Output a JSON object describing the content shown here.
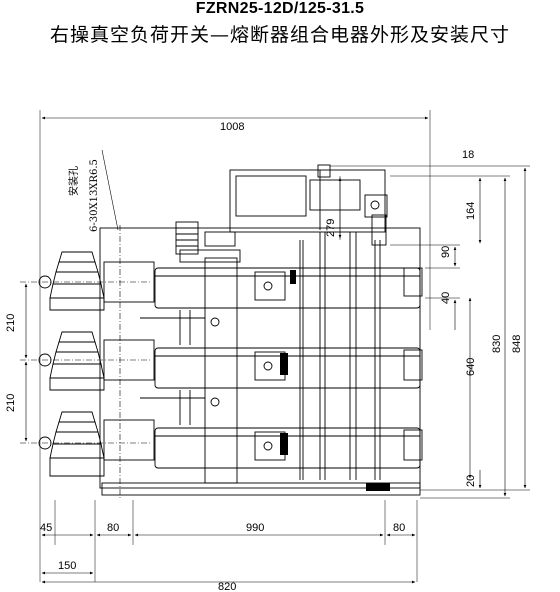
{
  "title": "FZRN25-12D/125-31.5",
  "subtitle": "右操真空负荷开关—熔断器组合电器外形及安装尺寸",
  "labels": {
    "mount_hole": "安装孔",
    "hole_spec": "6-30X13XR6.5"
  },
  "dimensions": {
    "d1008": "1008",
    "d18": "18",
    "d164": "164",
    "d279": "279",
    "d90": "90",
    "d40": "40",
    "d830": "830",
    "d848": "848",
    "d640": "640",
    "d210a": "210",
    "d210b": "210",
    "d20": "20",
    "d45": "45",
    "d80a": "80",
    "d990": "990",
    "d80b": "80",
    "d150": "150",
    "d820": "820"
  }
}
